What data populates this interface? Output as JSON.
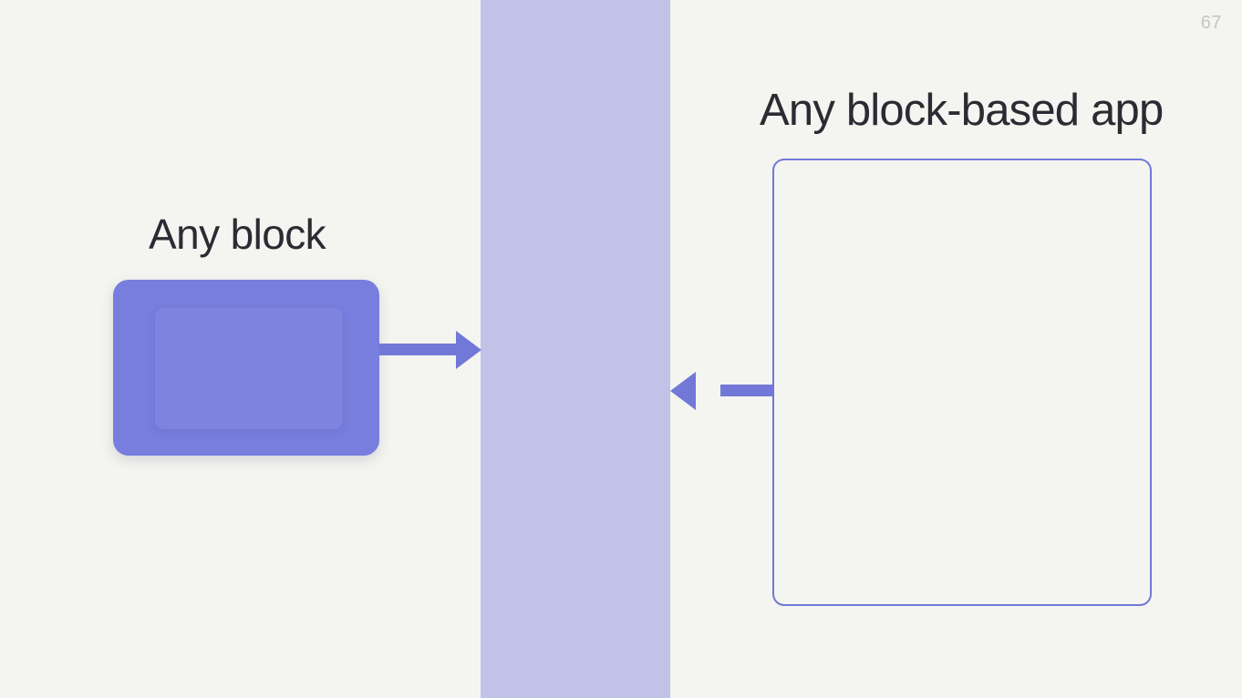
{
  "slide": {
    "page_number": "67",
    "background_color": "#f4f5f0",
    "accent_color": "#7278d7",
    "band_color": "#c0c2e8",
    "block_fill_color": "#787ede",
    "heading_color": "#2b2b33",
    "page_number_color": "#c3c5bf"
  },
  "left": {
    "heading": "Any block",
    "block_label": ""
  },
  "right": {
    "heading": "Any block-based app",
    "card_label": ""
  },
  "connectors": {
    "block_to_band": "arrow pointing right",
    "app_to_band": "arrow pointing left"
  }
}
